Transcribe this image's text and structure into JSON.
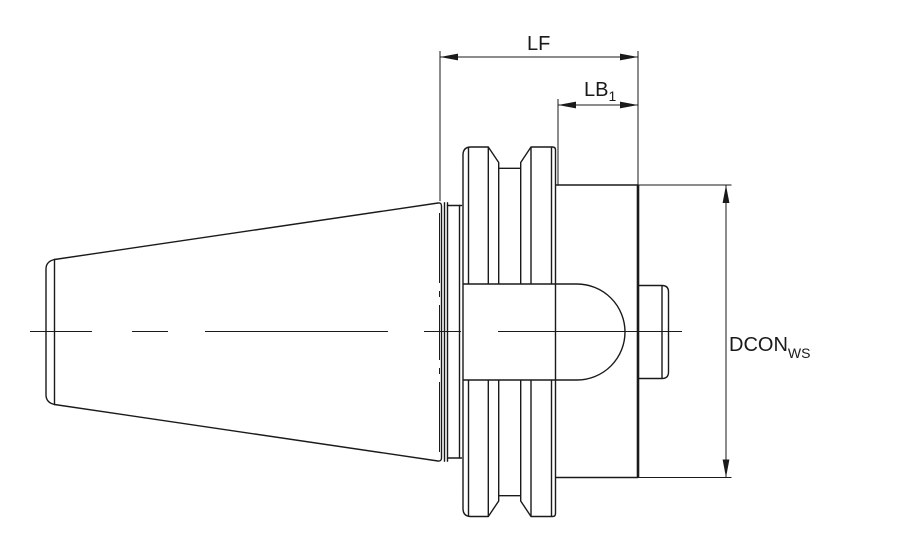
{
  "drawing": {
    "title": "tool-holder-side-view-technical-drawing",
    "labels": {
      "lf": "LF",
      "lb_main": "LB",
      "lb_sub": "1",
      "dcon_main": "DCON",
      "dcon_sub": "WS"
    },
    "colors": {
      "line": "#1a1a1a",
      "background": "#ffffff"
    }
  }
}
